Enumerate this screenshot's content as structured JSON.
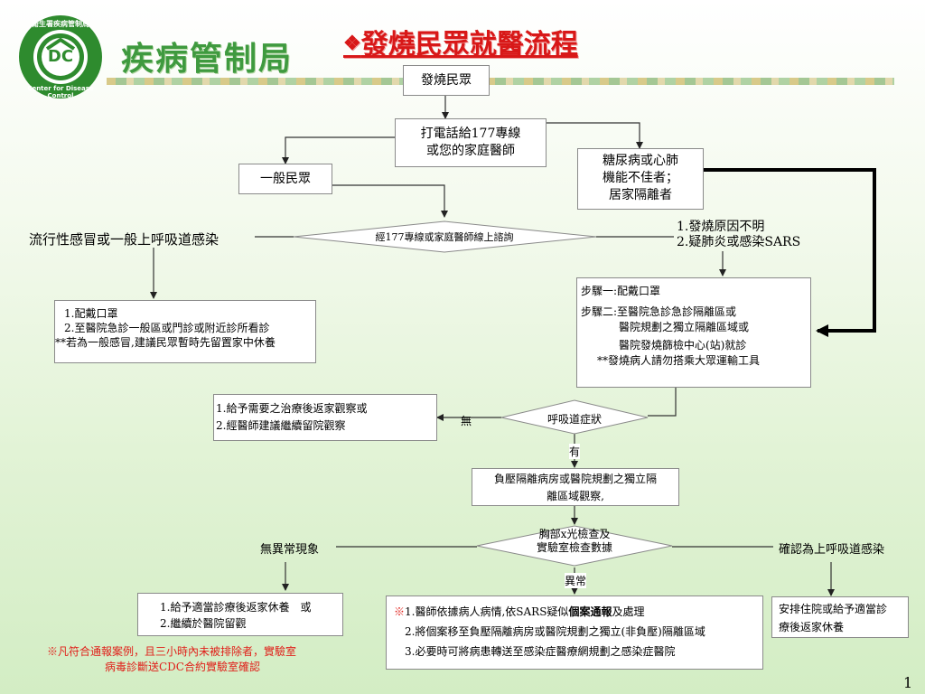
{
  "header": {
    "logo_ring_text": "Center for Disease Control",
    "logo_top_text": "衛生署疾病管制局",
    "logo_center": "DC",
    "org_name": "疾病管制局",
    "title_bullet": "❖",
    "title": "發燒民眾就醫流程"
  },
  "nodes": {
    "start": "發燒民眾",
    "call_line1": "打電話給177專線",
    "call_line2": "或您的家庭醫師",
    "general_public": "一般民眾",
    "high_risk_line1": "糖尿病或心肺",
    "high_risk_line2": "機能不佳者；",
    "high_risk_line3": "居家隔離者",
    "consult": "經177專線或家庭醫師線上諮詢",
    "flu_label": "流行性感冒或一般上呼吸道感染",
    "cause_line1": "1.發燒原因不明",
    "cause_line2": "2.疑肺炎或感染SARS",
    "mask_line1": "1.配戴口罩",
    "mask_line2": "2.至醫院急診一般區或門診或附近診所看診",
    "mask_line3": "**若為一般感冒,建議民眾暫時先留置家中休養",
    "steps_line1": "步驟一:配戴口罩",
    "steps_line2": "步驟二:至醫院急診急診隔離區或",
    "steps_line3": "醫院規劃之獨立隔離區域或",
    "steps_line4": "醫院發燒篩檢中心(站)就診",
    "steps_line5": "**發燒病人請勿搭乘大眾運輸工具",
    "respiratory": "呼吸道症狀",
    "no_label": "無",
    "yes_label": "有",
    "no_symptom_line1": "1.給予需要之治療後返家觀察或",
    "no_symptom_line2": "2.經醫師建議繼續留院觀察",
    "isolation_line1": "負壓隔離病房或醫院規劃之獨立隔",
    "isolation_line2": "離區域觀察,",
    "xray_line1": "胸部x光檢查及",
    "xray_line2": "實驗室檢查數據",
    "normal_label": "無異常現象",
    "upper_resp_label": "確認為上呼吸道感染",
    "abnormal_label": "異常",
    "normal_box_line1": "1.給予適當診療後返家休養　或",
    "normal_box_line2": "2.繼續於醫院留觀",
    "abnormal_mark": "※",
    "abnormal_line1_a": "1.醫師依據病人病情,依SARS疑似",
    "abnormal_line1_b": "個案通報",
    "abnormal_line1_c": "及處理",
    "abnormal_line2": "2.將個案移至負壓隔離病房或醫院規劃之獨立(非負壓)隔離區域",
    "abnormal_line3": "3.必要時可將病患轉送至感染症醫療網規劃之感染症醫院",
    "upper_box_line1": "安排住院或給予適當診",
    "upper_box_line2": "療後返家休養",
    "footnote_line1": "※凡符合通報案例，且三小時內未被排除者，實驗室",
    "footnote_line2": "病毒診斷送CDC合約實驗室確認"
  },
  "page_number": "1",
  "colors": {
    "title_red": "#d81818",
    "logo_green": "#2e8b2e",
    "org_green": "#3f9a3f",
    "footnote_red": "#e0201a",
    "line": "#333333"
  }
}
